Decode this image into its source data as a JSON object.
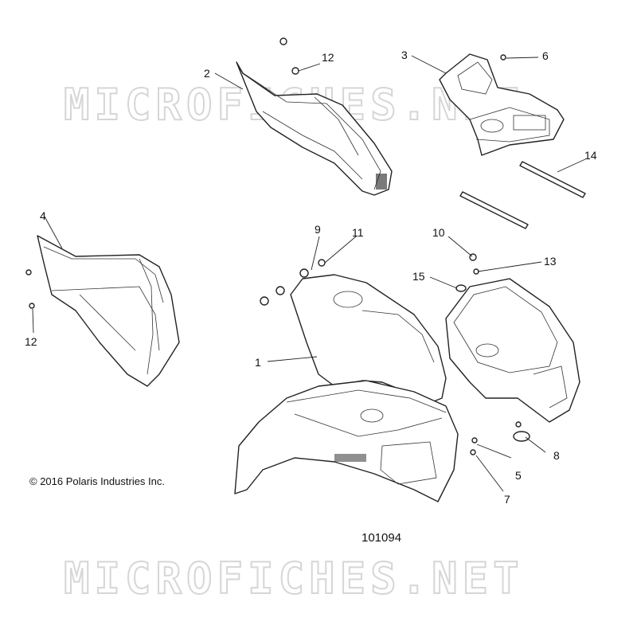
{
  "watermark": "MICROFICHES.NET",
  "copyright": "© 2016 Polaris Industries Inc.",
  "drawing_number": "101094",
  "callouts": {
    "c1": "1",
    "c2": "2",
    "c3": "3",
    "c4": "4",
    "c5": "5",
    "c6": "6",
    "c7": "7",
    "c8": "8",
    "c9": "9",
    "c10": "10",
    "c11": "11",
    "c12a": "12",
    "c12b": "12",
    "c13": "13",
    "c14": "14",
    "c15": "15"
  }
}
